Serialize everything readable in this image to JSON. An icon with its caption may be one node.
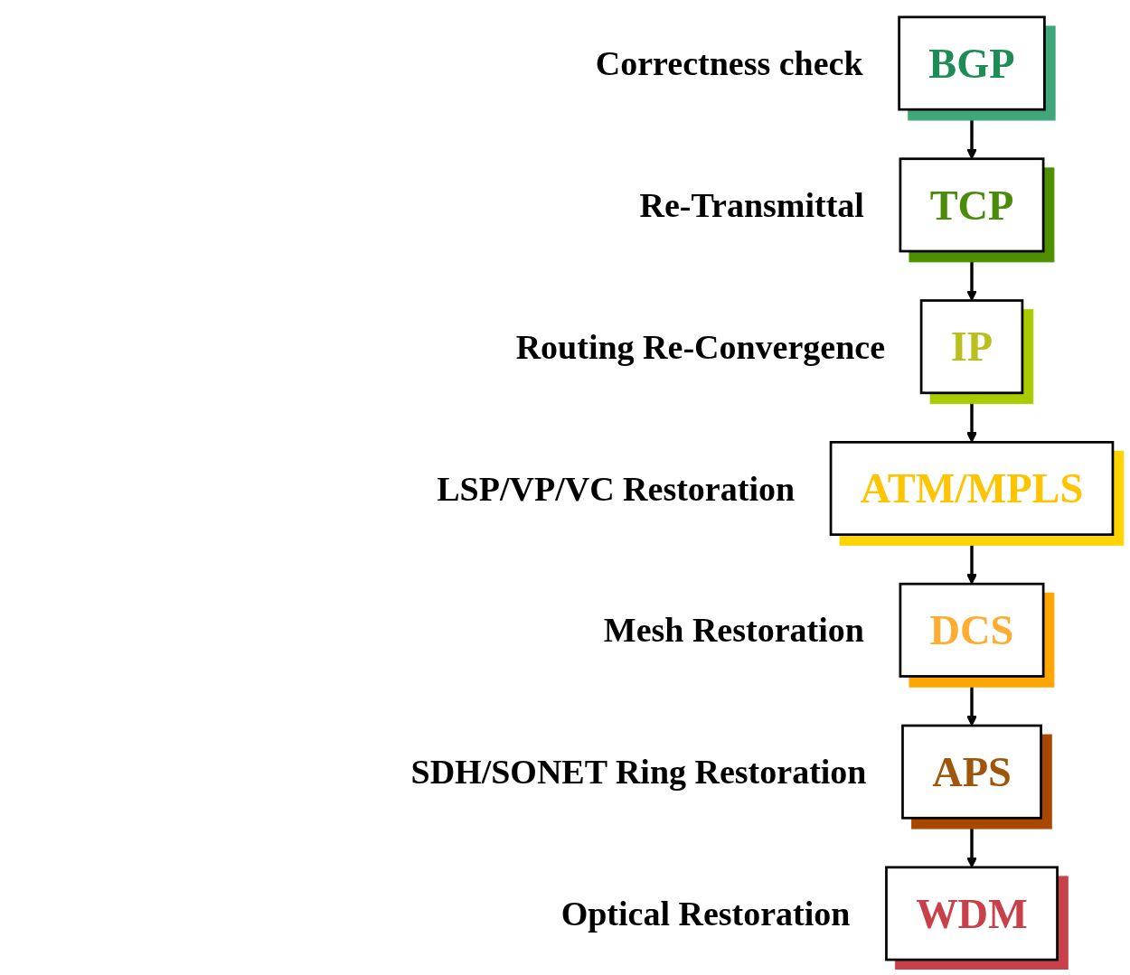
{
  "diagram": {
    "nodes": [
      {
        "text": [
          "BGP"
        ],
        "beside": [
          "Correctness check"
        ]
      },
      {
        "text": [
          "TCP"
        ],
        "beside": [
          "Re-Transmittal"
        ]
      },
      {
        "text": [
          "IP"
        ],
        "beside": [
          "Routing Re-Convergence"
        ]
      },
      {
        "text": [
          "ATM/MPLS"
        ],
        "beside": [
          "LSP/VP/VC Restoration"
        ]
      },
      {
        "text": [
          "DCS"
        ],
        "beside": [
          "Mesh Restoration"
        ]
      },
      {
        "text": [
          "APS"
        ],
        "beside": [
          "SDH/SONET Ring Restoration"
        ]
      },
      {
        "text": [
          "WDM"
        ],
        "beside": [
          "Optical Restoration"
        ]
      }
    ],
    "edges": [
      {
        "from": 0,
        "to": 1,
        "arrow": "to"
      },
      {
        "from": 1,
        "to": 2,
        "arrow": "to"
      },
      {
        "from": 2,
        "to": 3,
        "arrow": "to"
      },
      {
        "from": 3,
        "to": 4,
        "arrow": "to"
      },
      {
        "from": 4,
        "to": 5,
        "arrow": "to"
      },
      {
        "from": 5,
        "to": 6,
        "arrow": "to"
      }
    ]
  }
}
